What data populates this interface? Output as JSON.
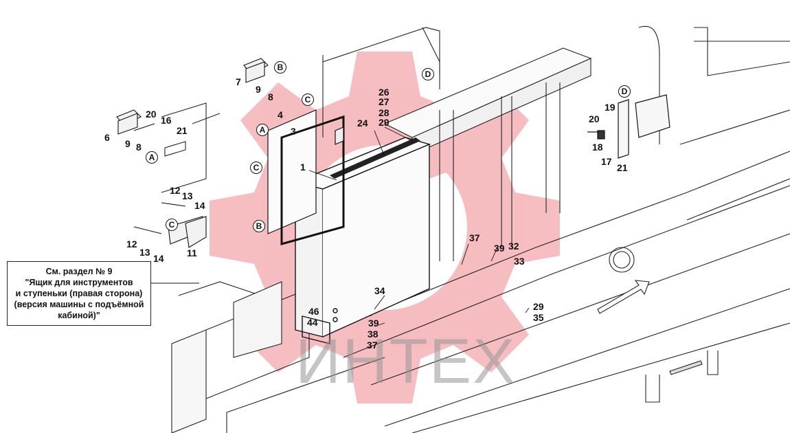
{
  "note": {
    "lines": [
      "См. раздел № 9",
      "\"Ящик для инструментов",
      "и ступеньки (правая сторона)",
      "(версия машины с подъёмной",
      "кабиной)\""
    ]
  },
  "watermark": {
    "text": "ИНТЕХ",
    "gear_color": "#f4a0a6",
    "text_color": "#9a9a9a"
  },
  "callouts": {
    "c1": "1",
    "c3": "3",
    "c4": "4",
    "c6": "6",
    "c7": "7",
    "c8a": "8",
    "c8b": "8",
    "c9a": "9",
    "c9b": "9",
    "c11": "11",
    "c12a": "12",
    "c12b": "12",
    "c13a": "13",
    "c13b": "13",
    "c14a": "14",
    "c14b": "14",
    "c16": "16",
    "c17": "17",
    "c18": "18",
    "c19": "19",
    "c20a": "20",
    "c20b": "20",
    "c21a": "21",
    "c21b": "21",
    "c24": "24",
    "c26": "26",
    "c27": "27",
    "c28": "28",
    "c29a": "29",
    "c29b": "29",
    "c32": "32",
    "c33": "33",
    "c34": "34",
    "c35": "35",
    "c37a": "37",
    "c37b": "37",
    "c38": "38",
    "c39a": "39",
    "c39b": "39",
    "c44": "44",
    "c46": "46"
  },
  "circled": {
    "a1": "A",
    "a2": "A",
    "b1": "B",
    "b2": "B",
    "c1": "C",
    "c2": "C",
    "c3": "C",
    "d1": "D",
    "d2": "D"
  }
}
